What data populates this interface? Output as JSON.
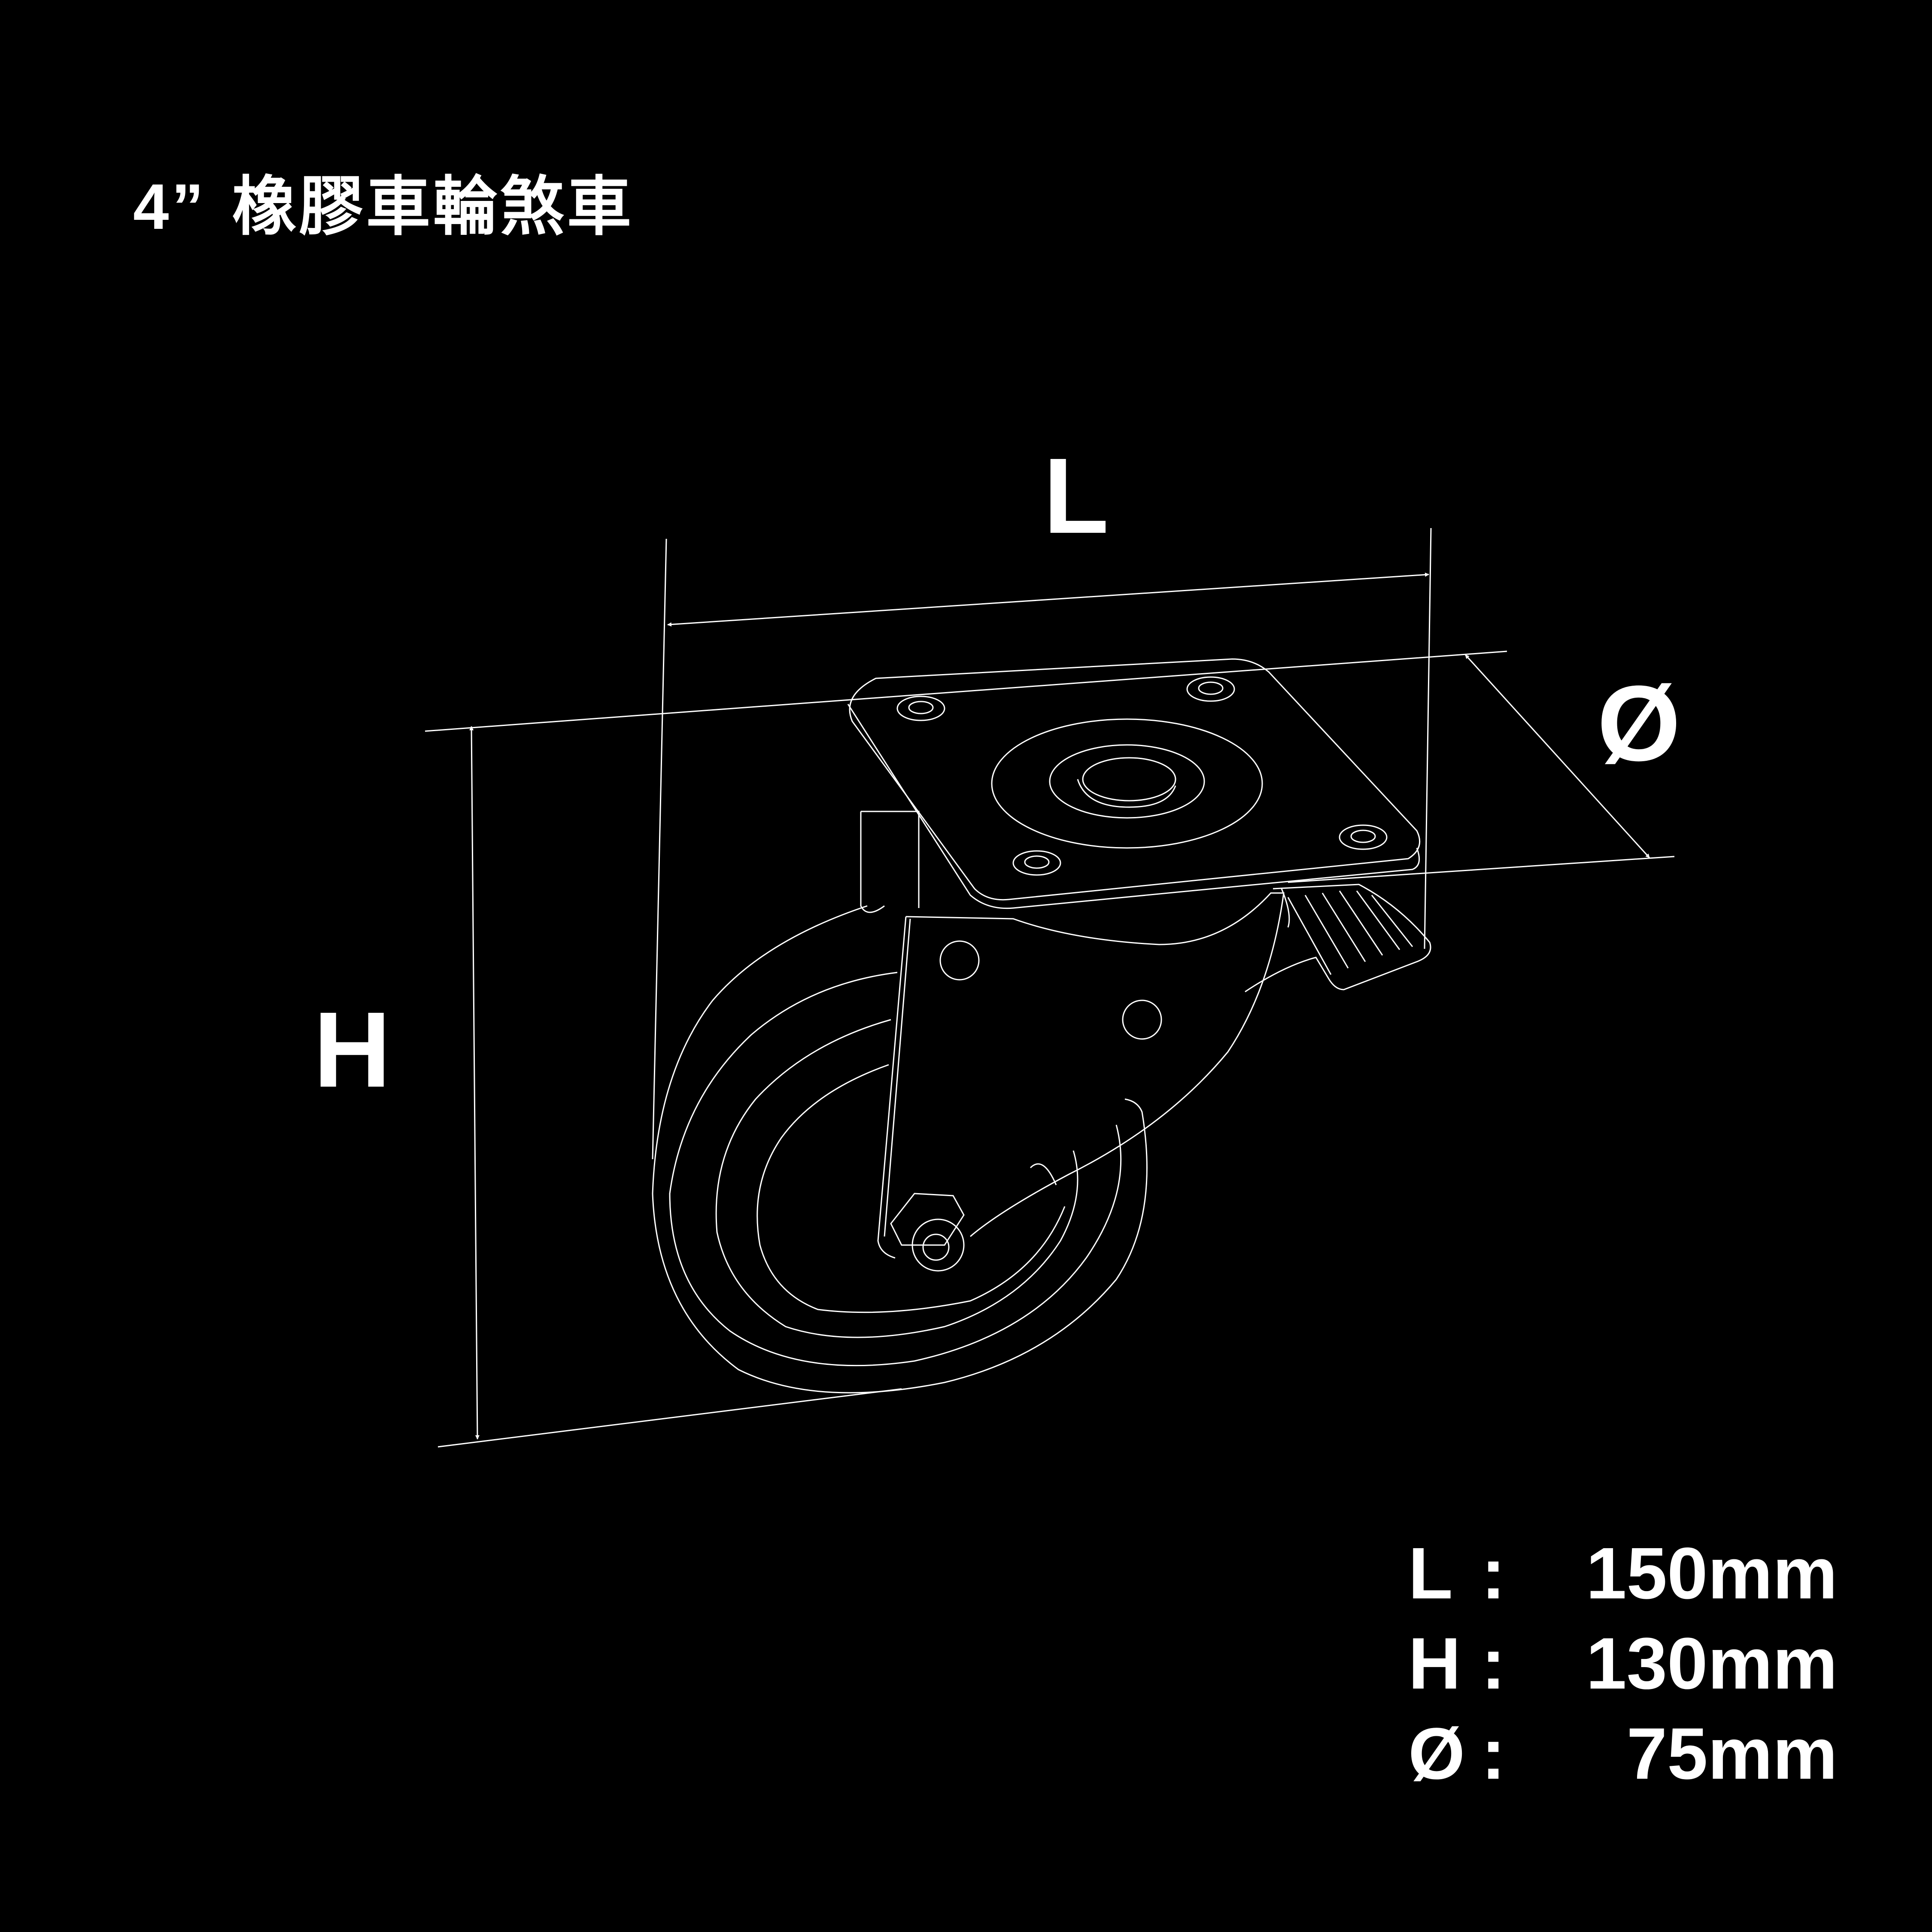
{
  "title": {
    "size": "4”",
    "name": "橡膠車輪煞車"
  },
  "dimension_labels": {
    "length": "L",
    "height": "H",
    "diameter": "Ø"
  },
  "specs": [
    {
      "key": "L",
      "sep": ":",
      "value": "150mm"
    },
    {
      "key": "H",
      "sep": ":",
      "value": "130mm"
    },
    {
      "key": "Ø",
      "sep": ":",
      "value": "75mm"
    }
  ],
  "colors": {
    "background": "#000000",
    "lines": "#ffffff"
  }
}
